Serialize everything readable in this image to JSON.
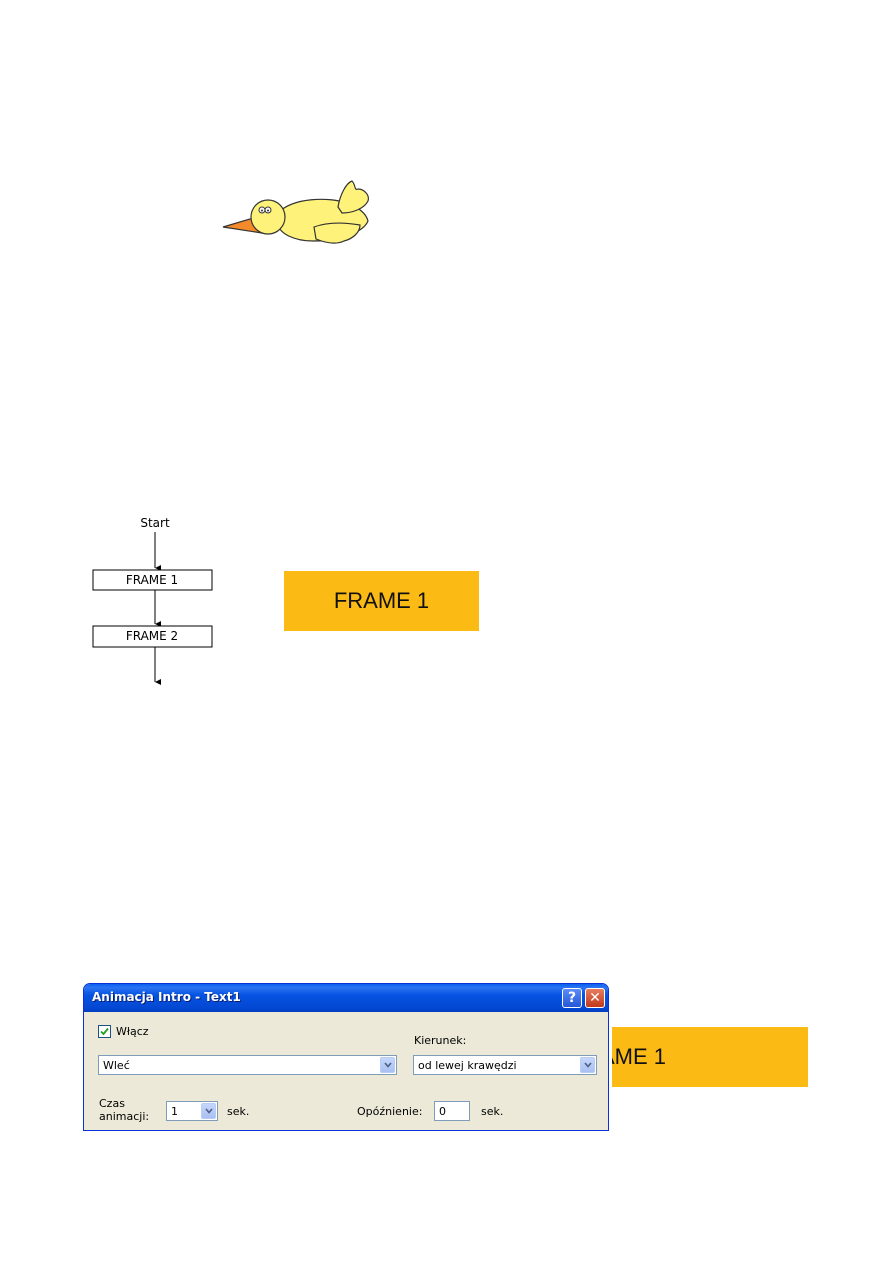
{
  "flowchart": {
    "start_label": "Start",
    "frames": [
      "FRAME 1",
      "FRAME 2"
    ]
  },
  "banner": {
    "text": "FRAME 1",
    "color": "#fcbb14"
  },
  "banner_cropped": {
    "text": "AME 1"
  },
  "dialog": {
    "title": "Animacja Intro - Text1",
    "help_button": "?",
    "close_button": "✕",
    "enable_checkbox_label": "Włącz",
    "enable_checked": true,
    "effect_select_value": "Wleć",
    "direction_label": "Kierunek:",
    "direction_select_value": "od lewej krawędzi",
    "duration_label_line1": "Czas",
    "duration_label_line2": "animacji:",
    "duration_value": "1",
    "duration_unit": "sek.",
    "delay_label": "Opóźnienie:",
    "delay_value": "0",
    "delay_unit": "sek."
  },
  "colors": {
    "bird_body": "#fff27a",
    "bird_beak": "#f58a2a",
    "titlebar": "#0553e1",
    "dialog_bg": "#ece9d8"
  }
}
